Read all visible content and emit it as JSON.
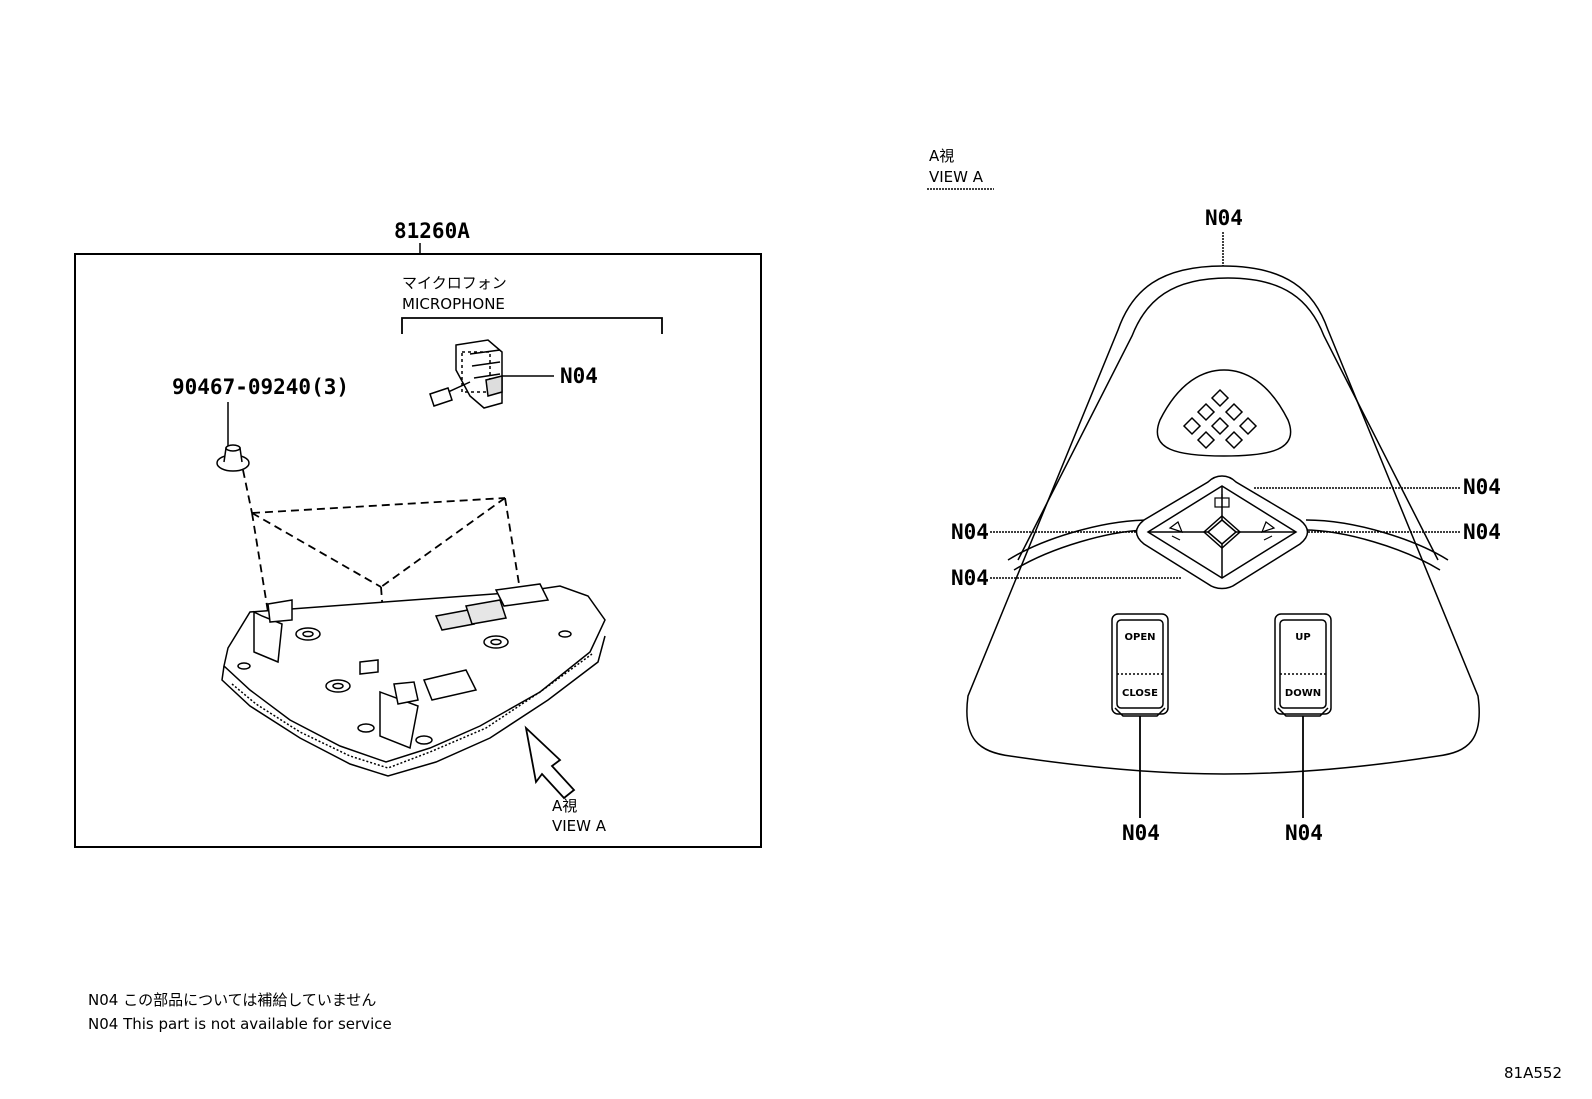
{
  "assembly": {
    "part_number": "81260A",
    "microphone_label_jp": "マイクロフォン",
    "microphone_label_en": "MICROPHONE",
    "microphone_note_code": "N04",
    "screw_part": "90467-09240(3)",
    "view_arrow_jp": "A視",
    "view_arrow_en": "VIEW A"
  },
  "view_a": {
    "title_jp": "A視",
    "title_en": "VIEW A",
    "callouts": {
      "top": "N04",
      "right_upper": "N04",
      "right_lower": "N04",
      "left_upper": "N04",
      "left_lower": "N04",
      "bottom_left": "N04",
      "bottom_right": "N04"
    },
    "buttons": {
      "left_top": "OPEN",
      "left_bottom": "CLOSE",
      "right_top": "UP",
      "right_bottom": "DOWN"
    }
  },
  "notes": {
    "line_jp": "N04 この部品については補給していません",
    "line_en": "N04 This part is not available for service"
  },
  "figure_id": "81A552"
}
